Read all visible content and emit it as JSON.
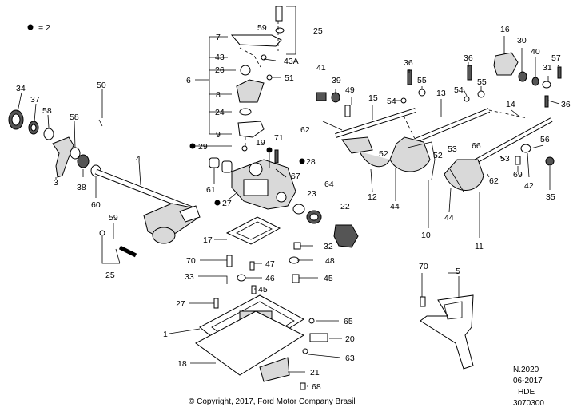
{
  "legend": {
    "bullet": "●",
    "text": "= 2"
  },
  "callouts": [
    {
      "id": "c34",
      "text": "34"
    },
    {
      "id": "c37",
      "text": "37"
    },
    {
      "id": "c58a",
      "text": "58"
    },
    {
      "id": "c58b",
      "text": "58"
    },
    {
      "id": "c50",
      "text": "50"
    },
    {
      "id": "c3",
      "text": "3"
    },
    {
      "id": "c38",
      "text": "38"
    },
    {
      "id": "c60",
      "text": "60"
    },
    {
      "id": "c4",
      "text": "4"
    },
    {
      "id": "c59a",
      "text": "59"
    },
    {
      "id": "c25a",
      "text": "25"
    },
    {
      "id": "c7",
      "text": "7"
    },
    {
      "id": "c43",
      "text": "43"
    },
    {
      "id": "c6",
      "text": "6"
    },
    {
      "id": "c26",
      "text": "26"
    },
    {
      "id": "c8",
      "text": "8"
    },
    {
      "id": "c24",
      "text": "24"
    },
    {
      "id": "c9",
      "text": "9"
    },
    {
      "id": "c59b",
      "text": "59"
    },
    {
      "id": "c25b",
      "text": "25"
    },
    {
      "id": "c43A",
      "text": "43A"
    },
    {
      "id": "c51",
      "text": "51"
    },
    {
      "id": "c29",
      "text": "29"
    },
    {
      "id": "c19",
      "text": "19"
    },
    {
      "id": "c71",
      "text": "71"
    },
    {
      "id": "c67",
      "text": "67"
    },
    {
      "id": "c28",
      "text": "28"
    },
    {
      "id": "c61",
      "text": "61"
    },
    {
      "id": "c27a",
      "text": "27"
    },
    {
      "id": "c23",
      "text": "23"
    },
    {
      "id": "c64",
      "text": "64"
    },
    {
      "id": "c22",
      "text": "22"
    },
    {
      "id": "c17",
      "text": "17"
    },
    {
      "id": "c41",
      "text": "41"
    },
    {
      "id": "c39",
      "text": "39"
    },
    {
      "id": "c49",
      "text": "49"
    },
    {
      "id": "c62a",
      "text": "62"
    },
    {
      "id": "c15",
      "text": "15"
    },
    {
      "id": "c36a",
      "text": "36"
    },
    {
      "id": "c55a",
      "text": "55"
    },
    {
      "id": "c54a",
      "text": "54"
    },
    {
      "id": "c52a",
      "text": "52"
    },
    {
      "id": "c12",
      "text": "12"
    },
    {
      "id": "c44a",
      "text": "44"
    },
    {
      "id": "c13",
      "text": "13"
    },
    {
      "id": "c36b",
      "text": "36"
    },
    {
      "id": "c54b",
      "text": "54"
    },
    {
      "id": "c55b",
      "text": "55"
    },
    {
      "id": "c52b",
      "text": "52"
    },
    {
      "id": "c53a",
      "text": "53"
    },
    {
      "id": "c66",
      "text": "66"
    },
    {
      "id": "c10",
      "text": "10"
    },
    {
      "id": "c44b",
      "text": "44"
    },
    {
      "id": "c16",
      "text": "16"
    },
    {
      "id": "c30",
      "text": "30"
    },
    {
      "id": "c40",
      "text": "40"
    },
    {
      "id": "c57",
      "text": "57"
    },
    {
      "id": "c31",
      "text": "31"
    },
    {
      "id": "c14",
      "text": "14"
    },
    {
      "id": "c36c",
      "text": "36"
    },
    {
      "id": "c56",
      "text": "56"
    },
    {
      "id": "c53b",
      "text": "53"
    },
    {
      "id": "c69",
      "text": "69"
    },
    {
      "id": "c42",
      "text": "42"
    },
    {
      "id": "c62b",
      "text": "62"
    },
    {
      "id": "c35",
      "text": "35"
    },
    {
      "id": "c11",
      "text": "11"
    },
    {
      "id": "c32",
      "text": "32"
    },
    {
      "id": "c70a",
      "text": "70"
    },
    {
      "id": "c47",
      "text": "47"
    },
    {
      "id": "c48",
      "text": "48"
    },
    {
      "id": "c33",
      "text": "33"
    },
    {
      "id": "c46",
      "text": "46"
    },
    {
      "id": "c45a",
      "text": "45"
    },
    {
      "id": "c45b",
      "text": "45"
    },
    {
      "id": "c27b",
      "text": "27"
    },
    {
      "id": "c1",
      "text": "1"
    },
    {
      "id": "c65",
      "text": "65"
    },
    {
      "id": "c20",
      "text": "20"
    },
    {
      "id": "c63",
      "text": "63"
    },
    {
      "id": "c18",
      "text": "18"
    },
    {
      "id": "c21",
      "text": "21"
    },
    {
      "id": "c68",
      "text": "68"
    },
    {
      "id": "c70b",
      "text": "70"
    },
    {
      "id": "c5",
      "text": "5"
    }
  ],
  "footer": {
    "copyright": "© Copyright, 2017, Ford Motor Company Brasil",
    "ref_code": "N.2020",
    "date": "06-2017",
    "model": "HDE",
    "part_no": "3070300"
  }
}
